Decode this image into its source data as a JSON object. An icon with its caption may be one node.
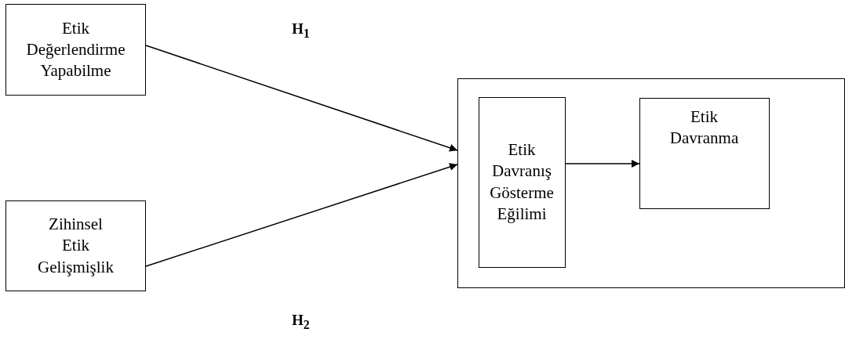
{
  "diagram": {
    "nodes": [
      {
        "text": [
          "Etik Değerlendirme Yapabilme"
        ]
      },
      {
        "text": [
          "Zihinsel Etik Gelişmişlik"
        ]
      },
      {
        "text": [],
        "shape": "box"
      },
      {
        "text": [
          "Etik Davranış Gösterme Eğilimi"
        ],
        "in": 2
      },
      {
        "text": [
          "Etik Davranma"
        ],
        "in": 2
      }
    ],
    "edges": [
      {
        "from": 0,
        "to": 2,
        "arrow": "to"
      },
      {
        "from": 1,
        "to": 2,
        "arrow": "to"
      },
      {
        "from": 3,
        "to": 4,
        "arrow": "to"
      }
    ],
    "labels": [
      "H$_{1}$",
      "H$_{2}$"
    ]
  }
}
